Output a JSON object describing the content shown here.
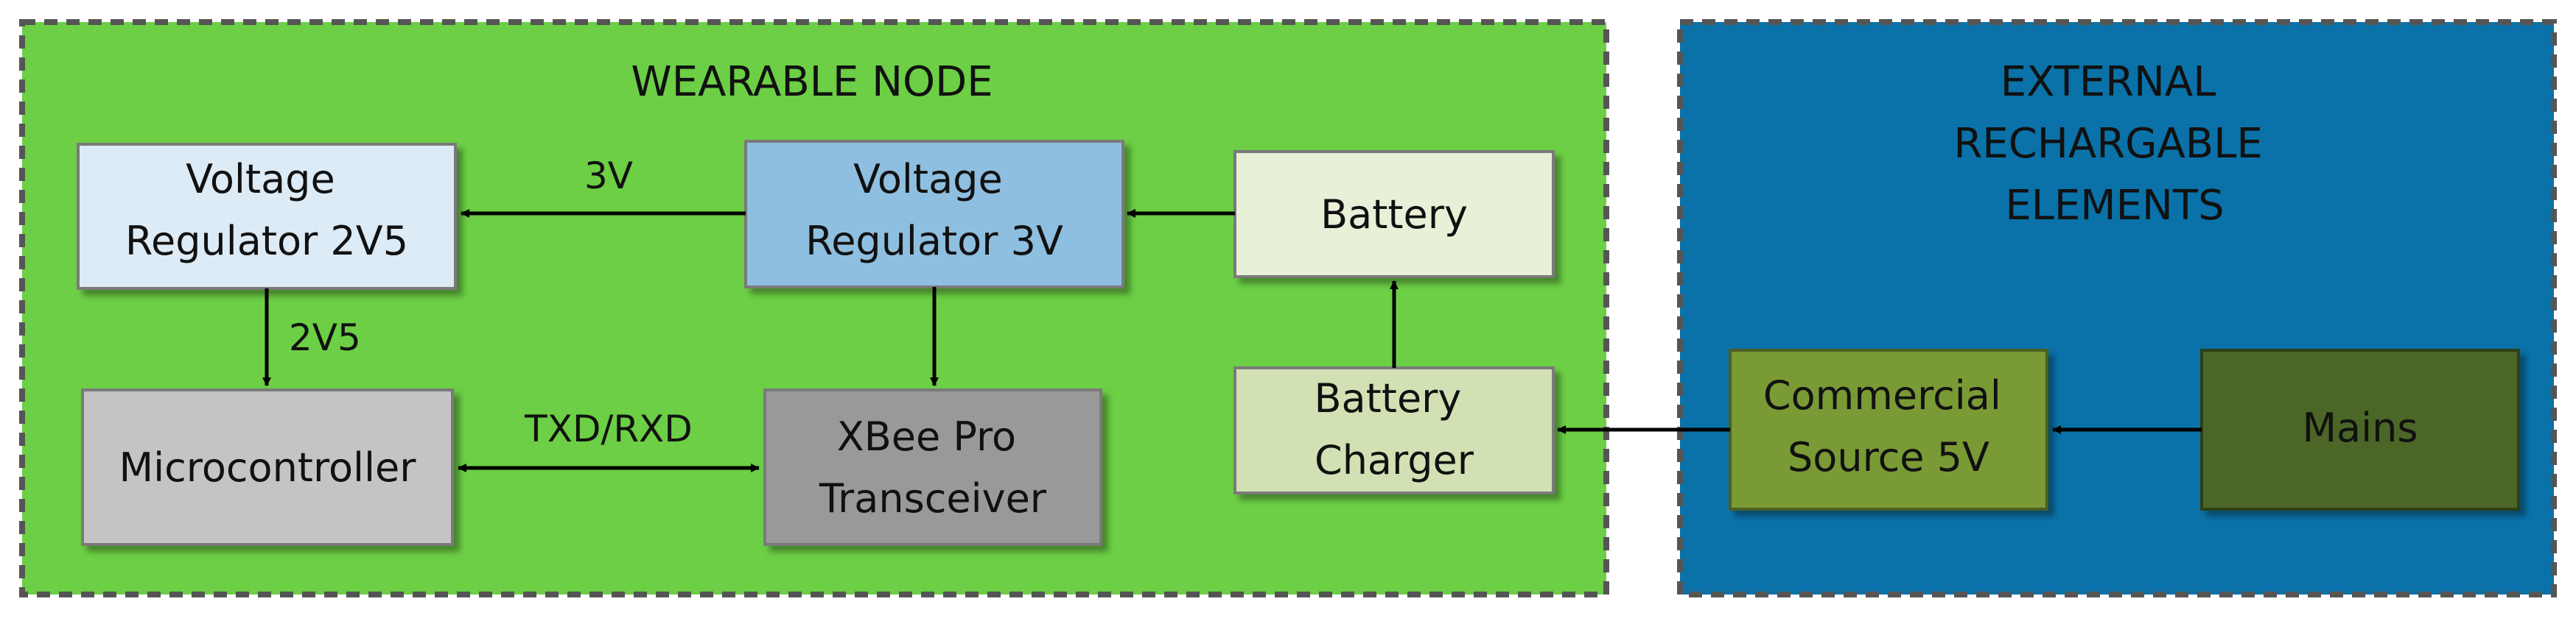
{
  "groups": {
    "wearable": {
      "title_lines": [
        "WEARABLE NODE"
      ],
      "fill": "#6ccf45"
    },
    "external": {
      "title_lines": [
        "EXTERNAL",
        "RECHARGABLE",
        "ELEMENTS"
      ],
      "fill": "#0a72a8"
    }
  },
  "blocks": {
    "vreg_2v5": {
      "lines": [
        "Voltage",
        "Regulator 2V5"
      ],
      "fill": "#dcebf6"
    },
    "vreg_3v": {
      "lines": [
        "Voltage",
        "Regulator 3V"
      ],
      "fill": "#8fbfe0"
    },
    "battery": {
      "lines": [
        "Battery"
      ],
      "fill": "#e8f0d8"
    },
    "microcontroller": {
      "lines": [
        "Microcontroller"
      ],
      "fill": "#c4c4c4"
    },
    "xbee": {
      "lines": [
        "XBee Pro",
        "Transceiver"
      ],
      "fill": "#999999"
    },
    "charger": {
      "lines": [
        "Battery",
        "Charger"
      ],
      "fill": "#d2e1b4"
    },
    "commercial": {
      "lines": [
        "Commercial",
        "Source 5V"
      ],
      "fill": "#7a9a35"
    },
    "mains": {
      "lines": [
        "Mains"
      ],
      "fill": "#4b6628"
    }
  },
  "edge_labels": {
    "v3": "3V",
    "v2v5": "2V5",
    "txd_rxd": "TXD/RXD"
  }
}
